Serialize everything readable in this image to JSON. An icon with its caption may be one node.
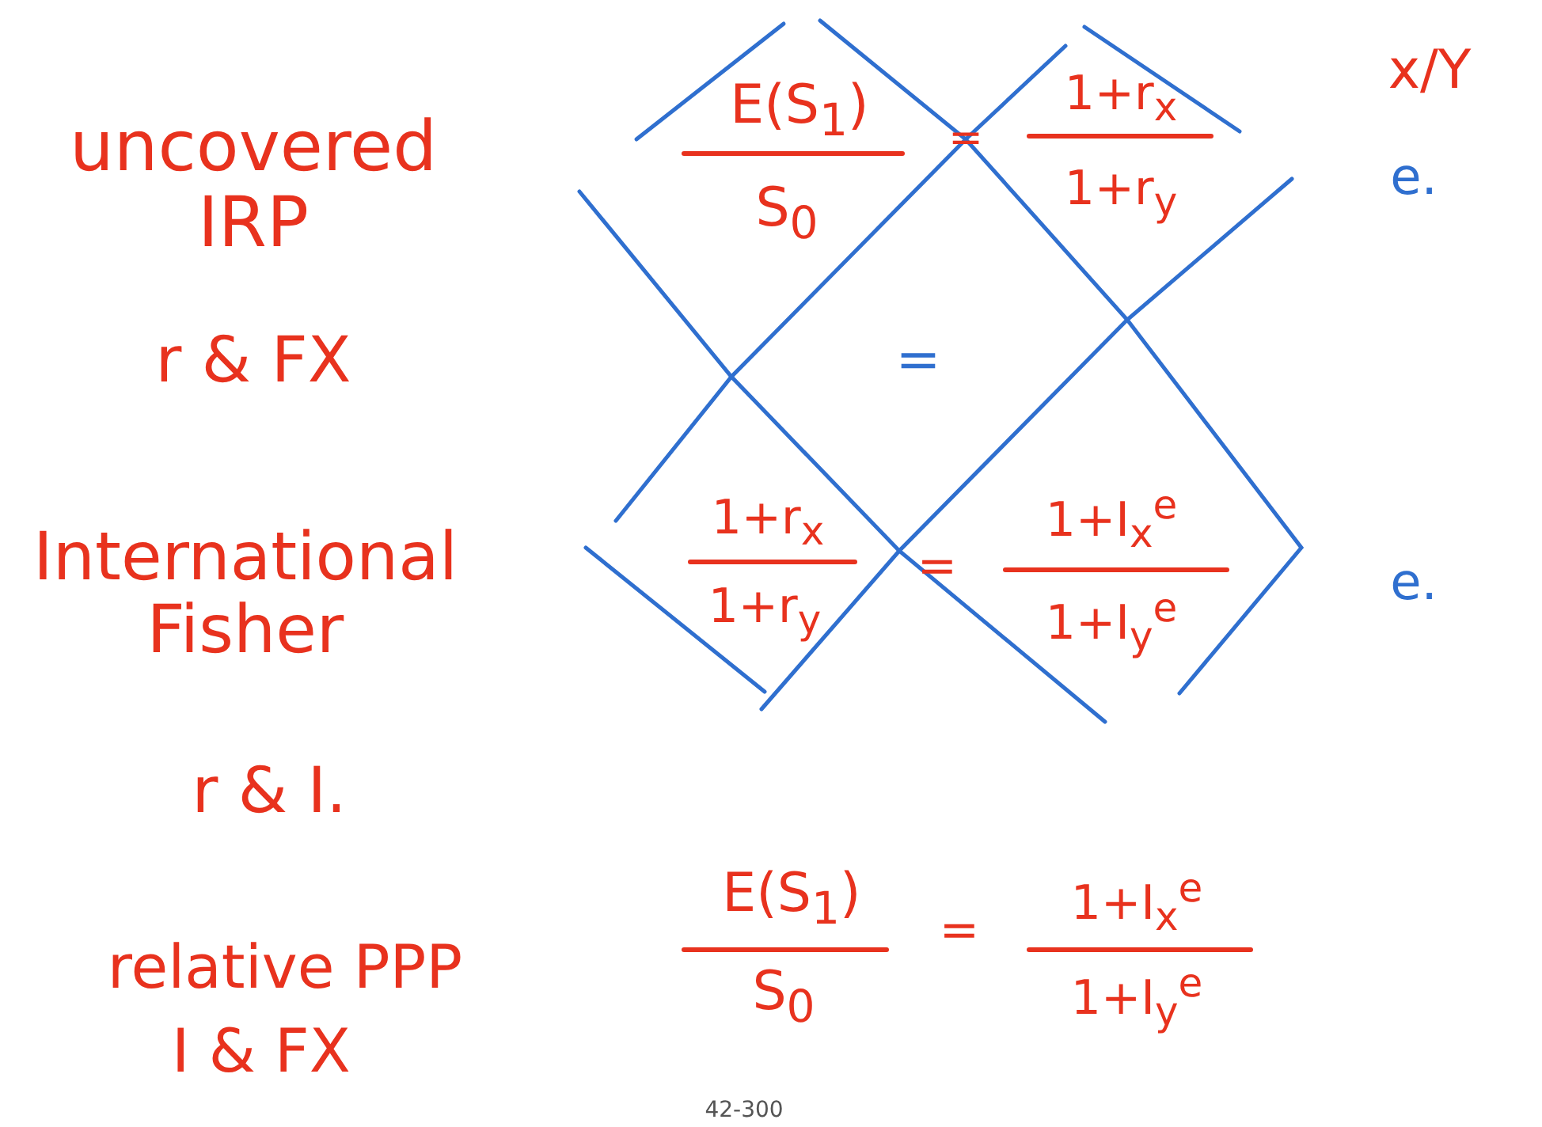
{
  "diagram": {
    "labels": [
      "uncovered IRP",
      "r & FX",
      "International Fisher",
      "r & I.",
      "relative PPP",
      "I & FX",
      "E(S$_{1}$)",
      "S$_{0}$",
      "=",
      "1+r$_{x}$",
      "1+r$_{y}$",
      "x/Y",
      "e.",
      "=",
      "1+r$_{x}$",
      "1+r$_{y}$",
      "=",
      "1+I$_{x}$$^{e}$",
      "1+I$_{y}$$^{e}$",
      "e.",
      "E(S$_{1}$)",
      "S$_{0}$",
      "=",
      "1+I$_{x}$$^{e}$",
      "1+I$_{y}$$^{e}$",
      "42-300"
    ]
  }
}
